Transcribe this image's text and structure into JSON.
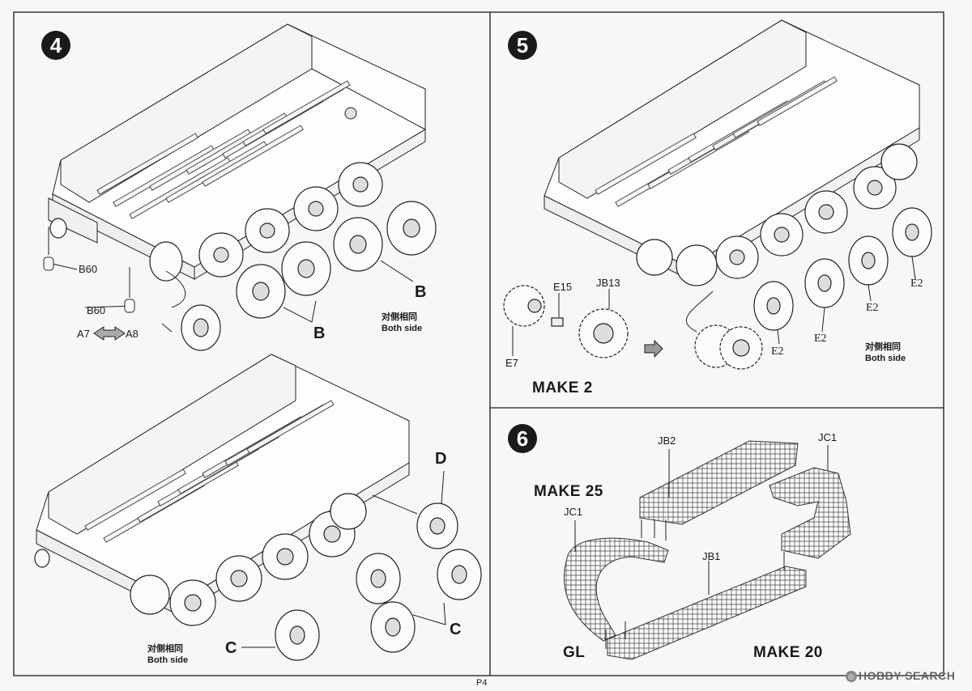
{
  "page": {
    "number": "P4"
  },
  "watermark": {
    "text": "HOBBY SEARCH",
    "icon": "hobby-search-logo-icon"
  },
  "step4": {
    "number": "4",
    "labels": {
      "b60_upper": "B60",
      "b60_lower": "B60",
      "a7": "A7",
      "a8": "A8",
      "b_upper": "B",
      "b_lower": "B",
      "c_left": "C",
      "c_right": "C",
      "d": "D"
    },
    "notes": {
      "top_cn": "对侧相同",
      "top_en": "Both side",
      "bottom_cn": "对侧相同",
      "bottom_en": "Both side"
    }
  },
  "step5": {
    "number": "5",
    "labels": {
      "e15": "E15",
      "jb13": "JB13",
      "e7": "E7",
      "e2_a": "E2",
      "e2_b": "E2",
      "e2_c": "E2",
      "e2_d": "E2",
      "e2_e": "E2"
    },
    "make": "MAKE 2",
    "notes": {
      "cn": "对侧相同",
      "en": "Both side"
    }
  },
  "step6": {
    "number": "6",
    "labels": {
      "jb2": "JB2",
      "jc1_top": "JC1",
      "jc1_left": "JC1",
      "jb1": "JB1",
      "gl": "GL"
    },
    "make_25": "MAKE 25",
    "make_20": "MAKE 20"
  }
}
